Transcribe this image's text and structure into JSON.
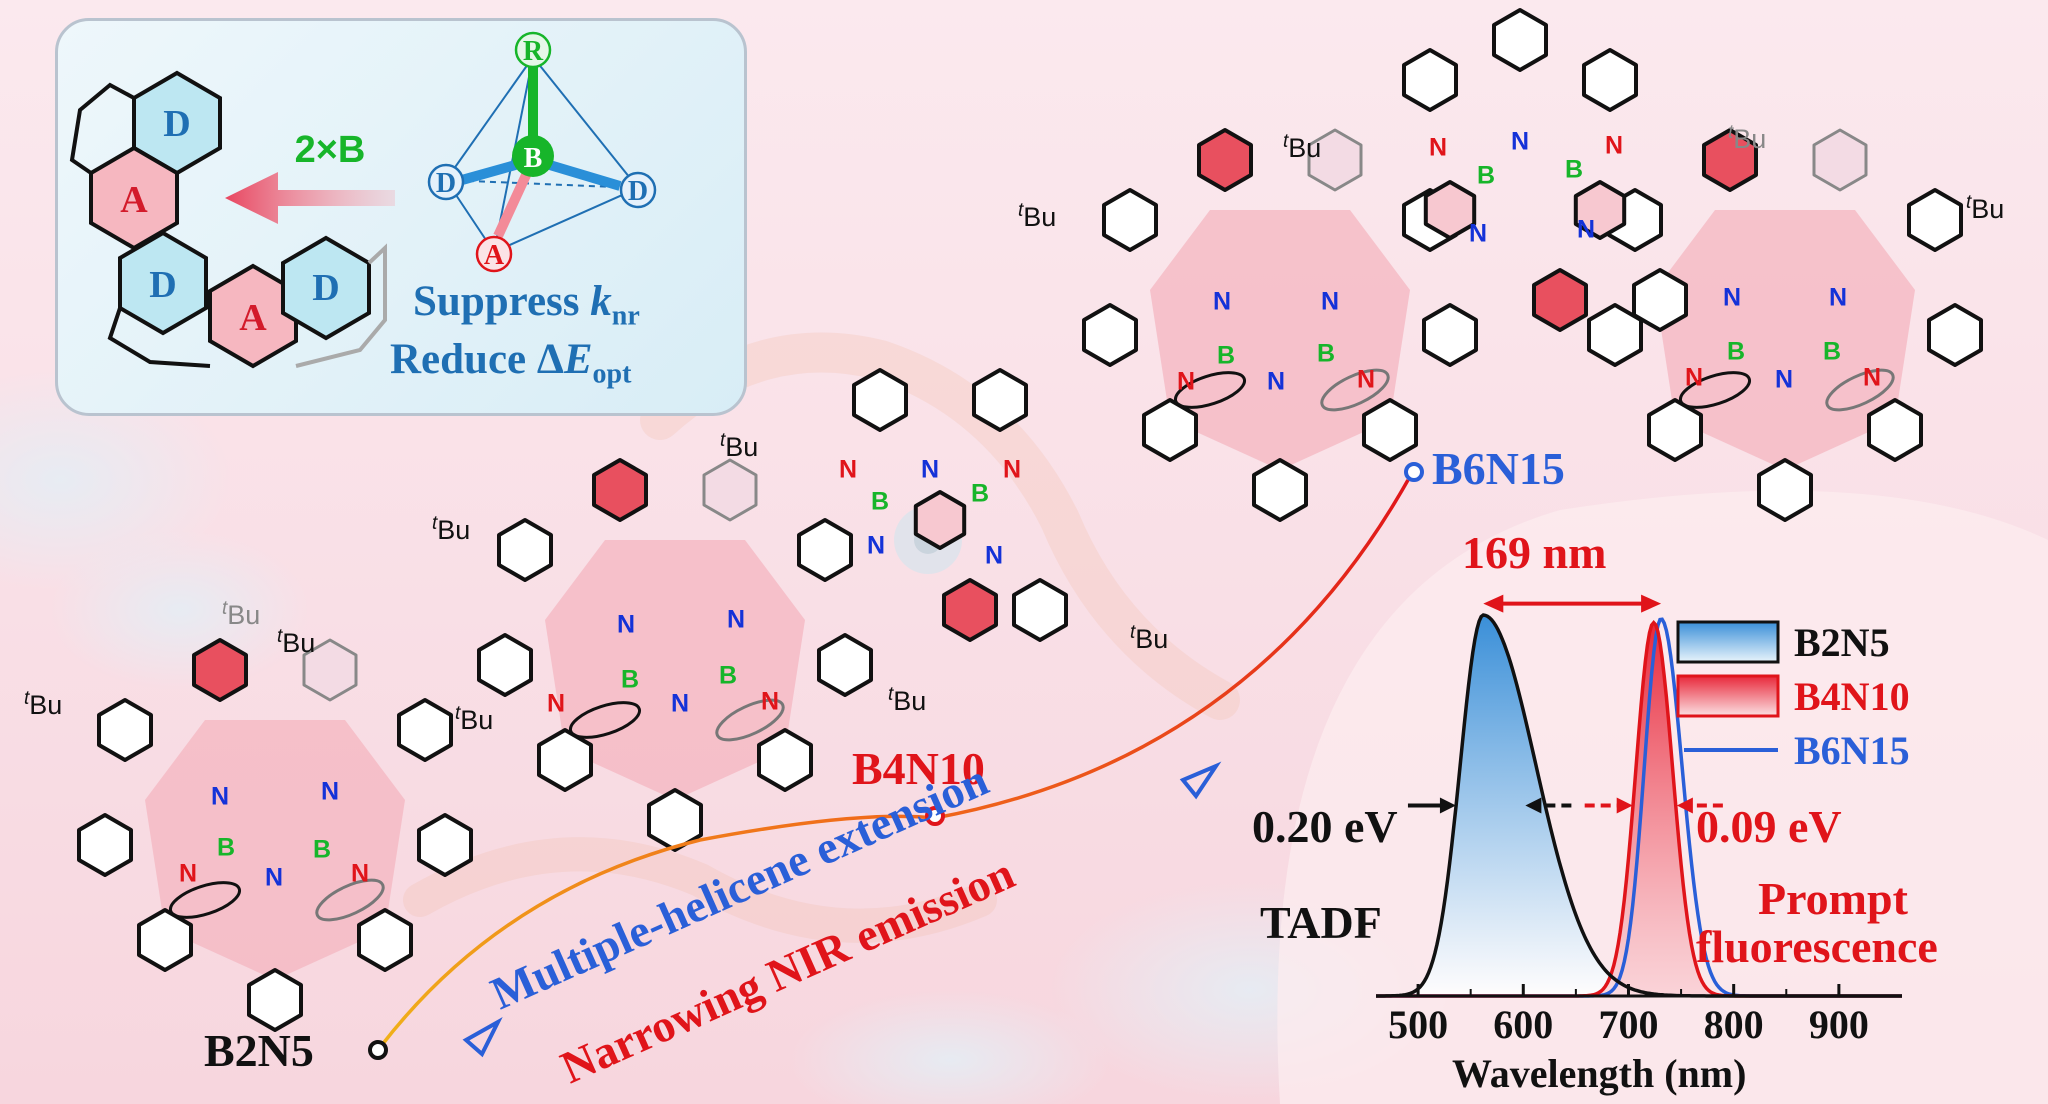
{
  "inset": {
    "borylation_label": "2×B",
    "ring_labels": {
      "acceptor": "A",
      "donor": "D"
    },
    "tetra_labels": {
      "apex": "R",
      "center": "B",
      "left": "D",
      "right": "D",
      "bottom": "A"
    },
    "claim_1_text": "Suppress ",
    "claim_1_symbol": "k",
    "claim_1_sub": "nr",
    "claim_2_text": "Reduce Δ",
    "claim_2_symbol": "E",
    "claim_2_sub": "opt"
  },
  "molecules": {
    "small": "B2N5",
    "medium": "B4N10",
    "large": "B6N15"
  },
  "substituent": {
    "prefix": "t",
    "name": "Bu"
  },
  "atoms": {
    "nitrogen": "N",
    "boron": "B"
  },
  "banner": {
    "line_1": "Multiple-helicene extension",
    "line_2": "Narrowing NIR emission"
  },
  "chart_labels": {
    "gap_width": "169 nm",
    "fwhm_b2n5": "0.20 eV",
    "fwhm_nir": "0.09 eV",
    "mechanism_b2n5": "TADF",
    "mechanism_nir_line_1": "Prompt",
    "mechanism_nir_line_2": "fluorescence"
  },
  "colors": {
    "b2n5": "#111111",
    "b4n10": "#e0141a",
    "b6n15": "#2a5fd8",
    "boron": "#17b52a",
    "nitrogen": "#1432d8",
    "acceptor_fill": "#f08a9a",
    "donor_fill": "#a6e0ef"
  },
  "chart_data": {
    "type": "line",
    "xlabel": "Wavelength (nm)",
    "ylabel": "",
    "xlim": [
      460,
      960
    ],
    "ylim": [
      0,
      1.05
    ],
    "x_ticks": [
      500,
      600,
      700,
      800,
      900
    ],
    "grid": false,
    "legend_position": "top-right",
    "series": [
      {
        "name": "B2N5",
        "peak_nm": 562,
        "peak": 1.0,
        "fill": "blue gradient"
      },
      {
        "name": "B4N10",
        "peak_nm": 724,
        "peak": 0.98,
        "fill": "red gradient"
      },
      {
        "name": "B6N15",
        "peak_nm": 731,
        "peak": 0.99,
        "fill": "none"
      }
    ],
    "annotations": [
      {
        "text": "169 nm",
        "from_nm": 562,
        "to_nm": 731
      },
      {
        "text": "0.20 eV",
        "series": "B2N5"
      },
      {
        "text": "0.09 eV",
        "series": "B4N10"
      }
    ]
  }
}
